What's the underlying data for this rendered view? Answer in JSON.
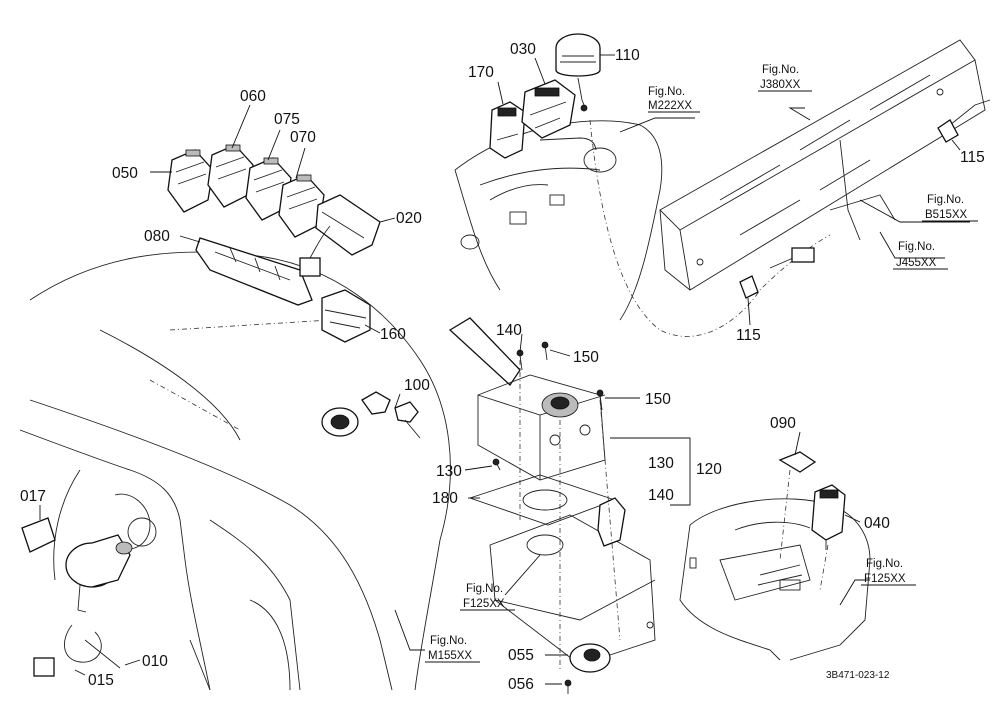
{
  "diagram": {
    "part_labels": {
      "p050": "050",
      "p060": "060",
      "p075": "075",
      "p070": "070",
      "p020": "020",
      "p080": "080",
      "p160": "160",
      "p170": "170",
      "p030": "030",
      "p110": "110",
      "p115a": "115",
      "p115b": "115",
      "p140a": "140",
      "p150a": "150",
      "p150b": "150",
      "p100": "100",
      "p130a": "130",
      "p130b": "130",
      "p120": "120",
      "p140b": "140",
      "p180": "180",
      "p090": "090",
      "p040": "040",
      "p017": "017",
      "p010": "010",
      "p015": "015",
      "p055": "055",
      "p056": "056"
    },
    "figure_refs": {
      "m222": {
        "line1": "Fig.No.",
        "line2": "M222XX"
      },
      "j380": {
        "line1": "Fig.No.",
        "line2": "J380XX"
      },
      "b515": {
        "line1": "Fig.No.",
        "line2": "B515XX"
      },
      "j455": {
        "line1": "Fig.No.",
        "line2": "J455XX"
      },
      "f125a": {
        "line1": "Fig.No.",
        "line2": "F125XX"
      },
      "f125b": {
        "line1": "Fig.No.",
        "line2": "F125XX"
      },
      "m155": {
        "line1": "Fig.No.",
        "line2": "M155XX"
      }
    },
    "drawing_code": "3B471-023-12"
  }
}
